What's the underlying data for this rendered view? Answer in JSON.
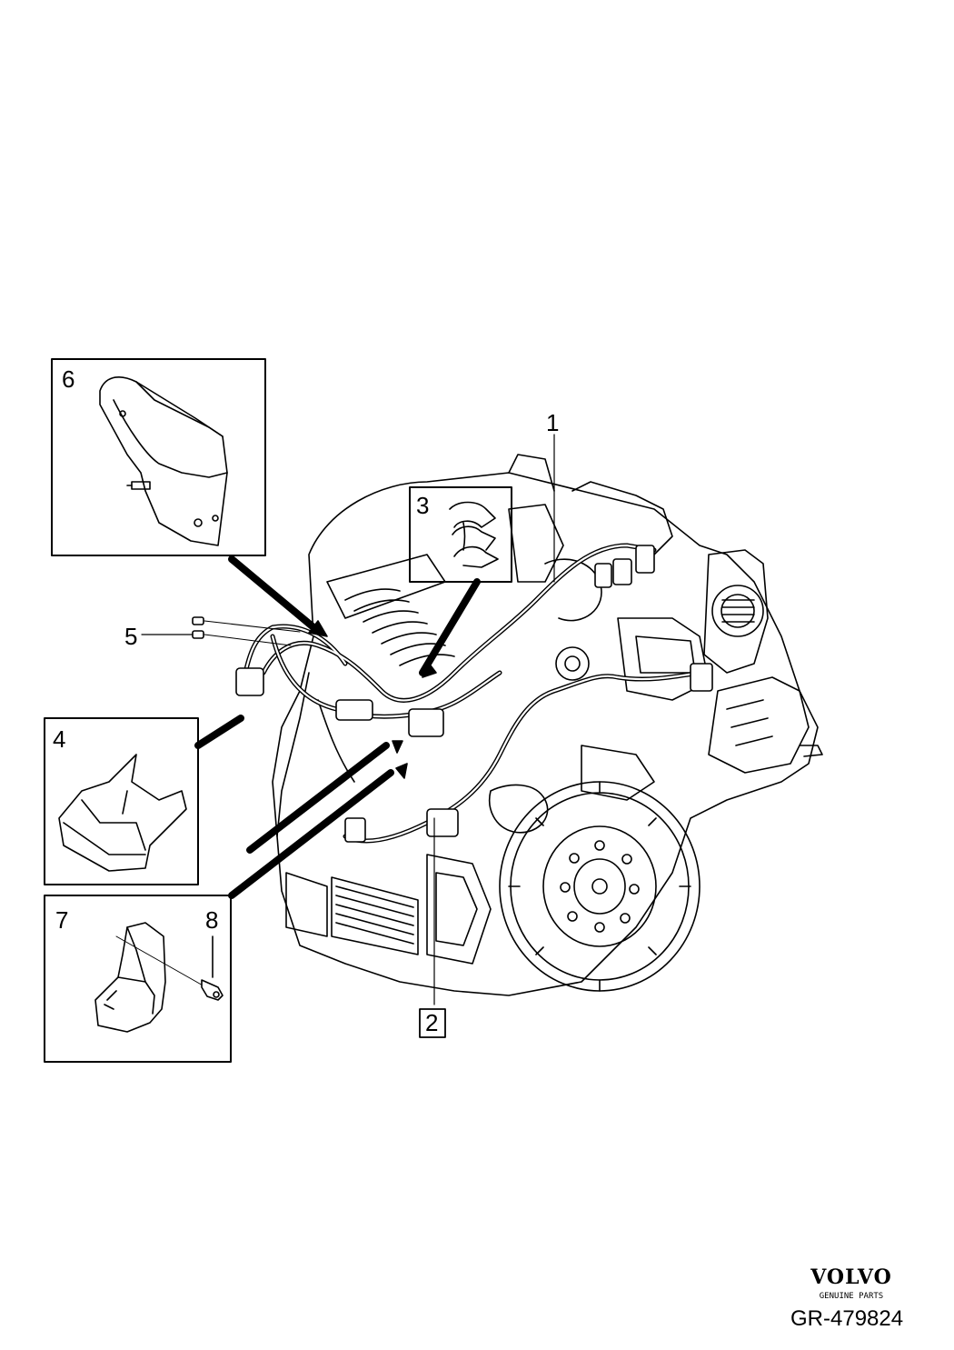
{
  "callouts": {
    "c1": "1",
    "c2": "2",
    "c3": "3",
    "c4": "4",
    "c5": "5",
    "c6": "6",
    "c7": "7",
    "c8": "8"
  },
  "brand": {
    "name": "VOLVO",
    "subtitle": "GENUINE PARTS"
  },
  "diagram_code": "GR-479824"
}
